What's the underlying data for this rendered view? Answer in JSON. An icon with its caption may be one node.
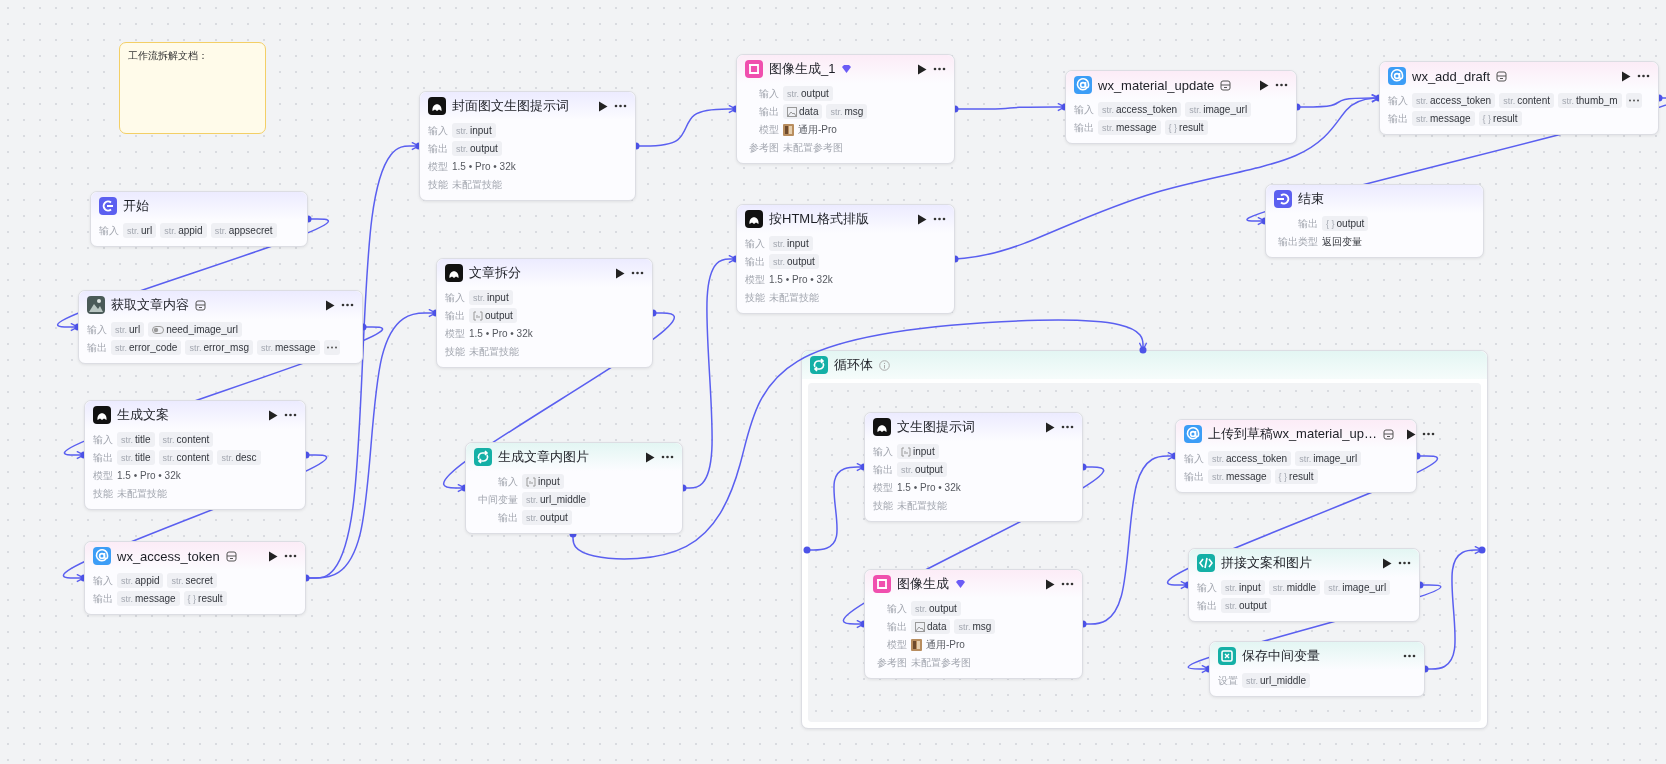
{
  "diagram": {
    "nodes": [
      {
        "text": [
          "工作流拆解文档："
        ]
      },
      {
        "text": [
          "开始",
          "输入",
          "str.",
          "url",
          "str.",
          "appid",
          "str.",
          "appsecret"
        ]
      },
      {
        "text": [
          "获取文章内容",
          "输入",
          "str.",
          "url",
          "need_image_url",
          "输出",
          "str.",
          "error_code",
          "str.",
          "error_msg",
          "str.",
          "message"
        ]
      },
      {
        "text": [
          "生成文案",
          "输入",
          "str.",
          "title",
          "str.",
          "content",
          "输出",
          "str.",
          "title",
          "str.",
          "content",
          "str.",
          "desc",
          "模型",
          "1.5 • Pro • 32k",
          "技能",
          "未配置技能"
        ]
      },
      {
        "text": [
          "wx_access_token",
          "输入",
          "str.",
          "appid",
          "str.",
          "secret",
          "输出",
          "str.",
          "message",
          "{ }",
          "result"
        ]
      },
      {
        "text": [
          "封面图文生图提示词",
          "输入",
          "str.",
          "input",
          "输出",
          "str.",
          "output",
          "模型",
          "1.5 • Pro • 32k",
          "技能",
          "未配置技能"
        ]
      },
      {
        "text": [
          "文章拆分",
          "输入",
          "str.",
          "input",
          "输出",
          "output",
          "模型",
          "1.5 • Pro • 32k",
          "技能",
          "未配置技能"
        ]
      },
      {
        "text": [
          "生成文章内图片",
          "输入",
          "input",
          "中间变量",
          "str.",
          "url_middle",
          "输出",
          "str.",
          "output"
        ]
      },
      {
        "text": [
          "图像生成_1",
          "输入",
          "str.",
          "output",
          "输出",
          "data",
          "str.",
          "msg",
          "模型",
          "通用-Pro",
          "参考图",
          "未配置参考图"
        ]
      },
      {
        "text": [
          "按HTML格式排版",
          "输入",
          "str.",
          "input",
          "输出",
          "str.",
          "output",
          "模型",
          "1.5 • Pro • 32k",
          "技能",
          "未配置技能"
        ]
      },
      {
        "text": [
          "wx_material_update",
          "输入",
          "str.",
          "access_token",
          "str.",
          "image_url",
          "输出",
          "str.",
          "message",
          "{ }",
          "result"
        ]
      },
      {
        "text": [
          "wx_add_draft",
          "输入",
          "str.",
          "access_token",
          "str.",
          "content",
          "str.",
          "thumb_m",
          "输出",
          "str.",
          "message",
          "{ }",
          "result"
        ]
      },
      {
        "text": [
          "结束",
          "输出",
          "{ }",
          "output",
          "输出类型",
          "返回变量"
        ]
      },
      {
        "text": [
          "循环体"
        ]
      },
      {
        "text": [
          "文生图提示词",
          "输入",
          "input",
          "输出",
          "str.",
          "output",
          "模型",
          "1.5 • Pro • 32k",
          "技能",
          "未配置技能"
        ],
        "in": 13
      },
      {
        "text": [
          "图像生成",
          "输入",
          "str.",
          "output",
          "输出",
          "data",
          "str.",
          "msg",
          "模型",
          "通用-Pro",
          "参考图",
          "未配置参考图"
        ],
        "in": 13
      },
      {
        "text": [
          "上传到草稿wx_material_up…",
          "输入",
          "str.",
          "access_token",
          "str.",
          "image_url",
          "输出",
          "str.",
          "message",
          "{ }",
          "result"
        ],
        "in": 13
      },
      {
        "text": [
          "拼接文案和图片",
          "输入",
          "str.",
          "input",
          "str.",
          "middle",
          "str.",
          "image_url",
          "输出",
          "str.",
          "output"
        ],
        "in": 13
      },
      {
        "text": [
          "保存中间变量",
          "设置",
          "str.",
          "url_middle"
        ],
        "in": 13
      }
    ],
    "edges": [
      {
        "from": 1,
        "to": 2,
        "arrow": "to"
      },
      {
        "from": 2,
        "to": 3,
        "arrow": "to"
      },
      {
        "from": 3,
        "to": 4,
        "arrow": "to"
      },
      {
        "from": 4,
        "to": 5,
        "arrow": "to"
      },
      {
        "from": 4,
        "to": 6,
        "arrow": "to"
      },
      {
        "from": 5,
        "to": 8,
        "arrow": "to"
      },
      {
        "from": 6,
        "to": 7,
        "arrow": "to"
      },
      {
        "from": 8,
        "to": 10,
        "arrow": "to"
      },
      {
        "from": 7,
        "to": 9,
        "arrow": "to"
      },
      {
        "from": 10,
        "to": 11,
        "arrow": "to"
      },
      {
        "from": 9,
        "to": 11,
        "arrow": "to"
      },
      {
        "from": 11,
        "to": 12,
        "arrow": "to"
      },
      {
        "from": 7,
        "to": 13,
        "arrow": "to"
      },
      {
        "from": 13,
        "to": 14,
        "arrow": "to"
      },
      {
        "from": 14,
        "to": 15,
        "arrow": "to"
      },
      {
        "from": 15,
        "to": 16,
        "arrow": "to"
      },
      {
        "from": 16,
        "to": 17,
        "arrow": "to"
      },
      {
        "from": 17,
        "to": 18,
        "arrow": "to"
      },
      {
        "from": 18,
        "to": 13,
        "arrow": "to"
      }
    ]
  }
}
